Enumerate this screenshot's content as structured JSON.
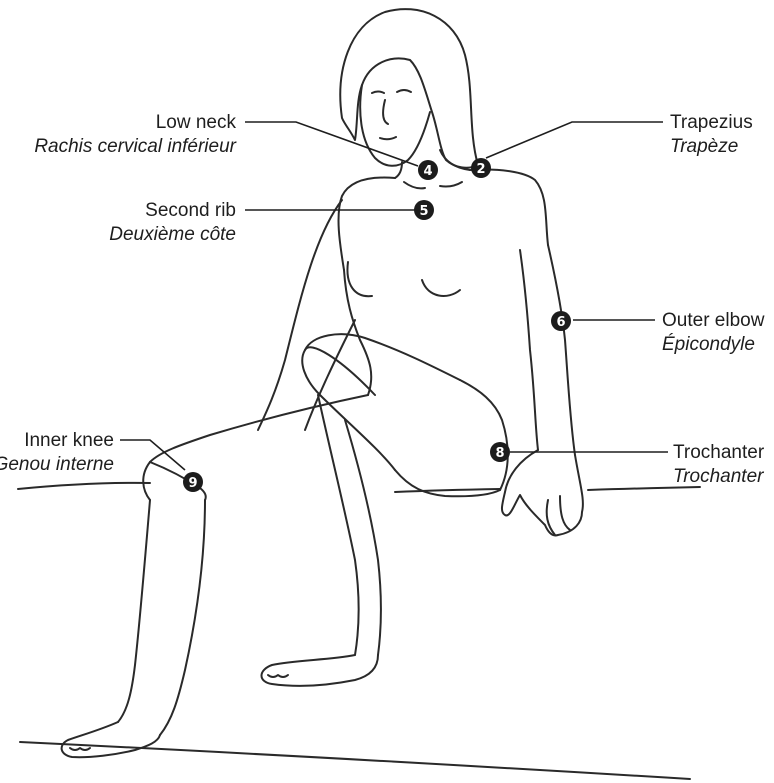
{
  "points": [
    {
      "id": "low-neck",
      "number": "4",
      "label_en": "Low neck",
      "label_fr": "Rachis cervical inférieur"
    },
    {
      "id": "trapezius",
      "number": "2",
      "label_en": "Trapezius",
      "label_fr": "Trapèze"
    },
    {
      "id": "second-rib",
      "number": "5",
      "label_en": "Second rib",
      "label_fr": "Deuxième côte"
    },
    {
      "id": "outer-elbow",
      "number": "6",
      "label_en": "Outer elbow",
      "label_fr": "Épicondyle"
    },
    {
      "id": "inner-knee",
      "number": "9",
      "label_en": "Inner knee",
      "label_fr": "Genou interne"
    },
    {
      "id": "trochanter",
      "number": "8",
      "label_en": "Trochanter",
      "label_fr": "Trochanter"
    }
  ],
  "colors": {
    "ink": "#1e1e1e",
    "marker": "#1c1c1c",
    "background": "#ffffff"
  }
}
